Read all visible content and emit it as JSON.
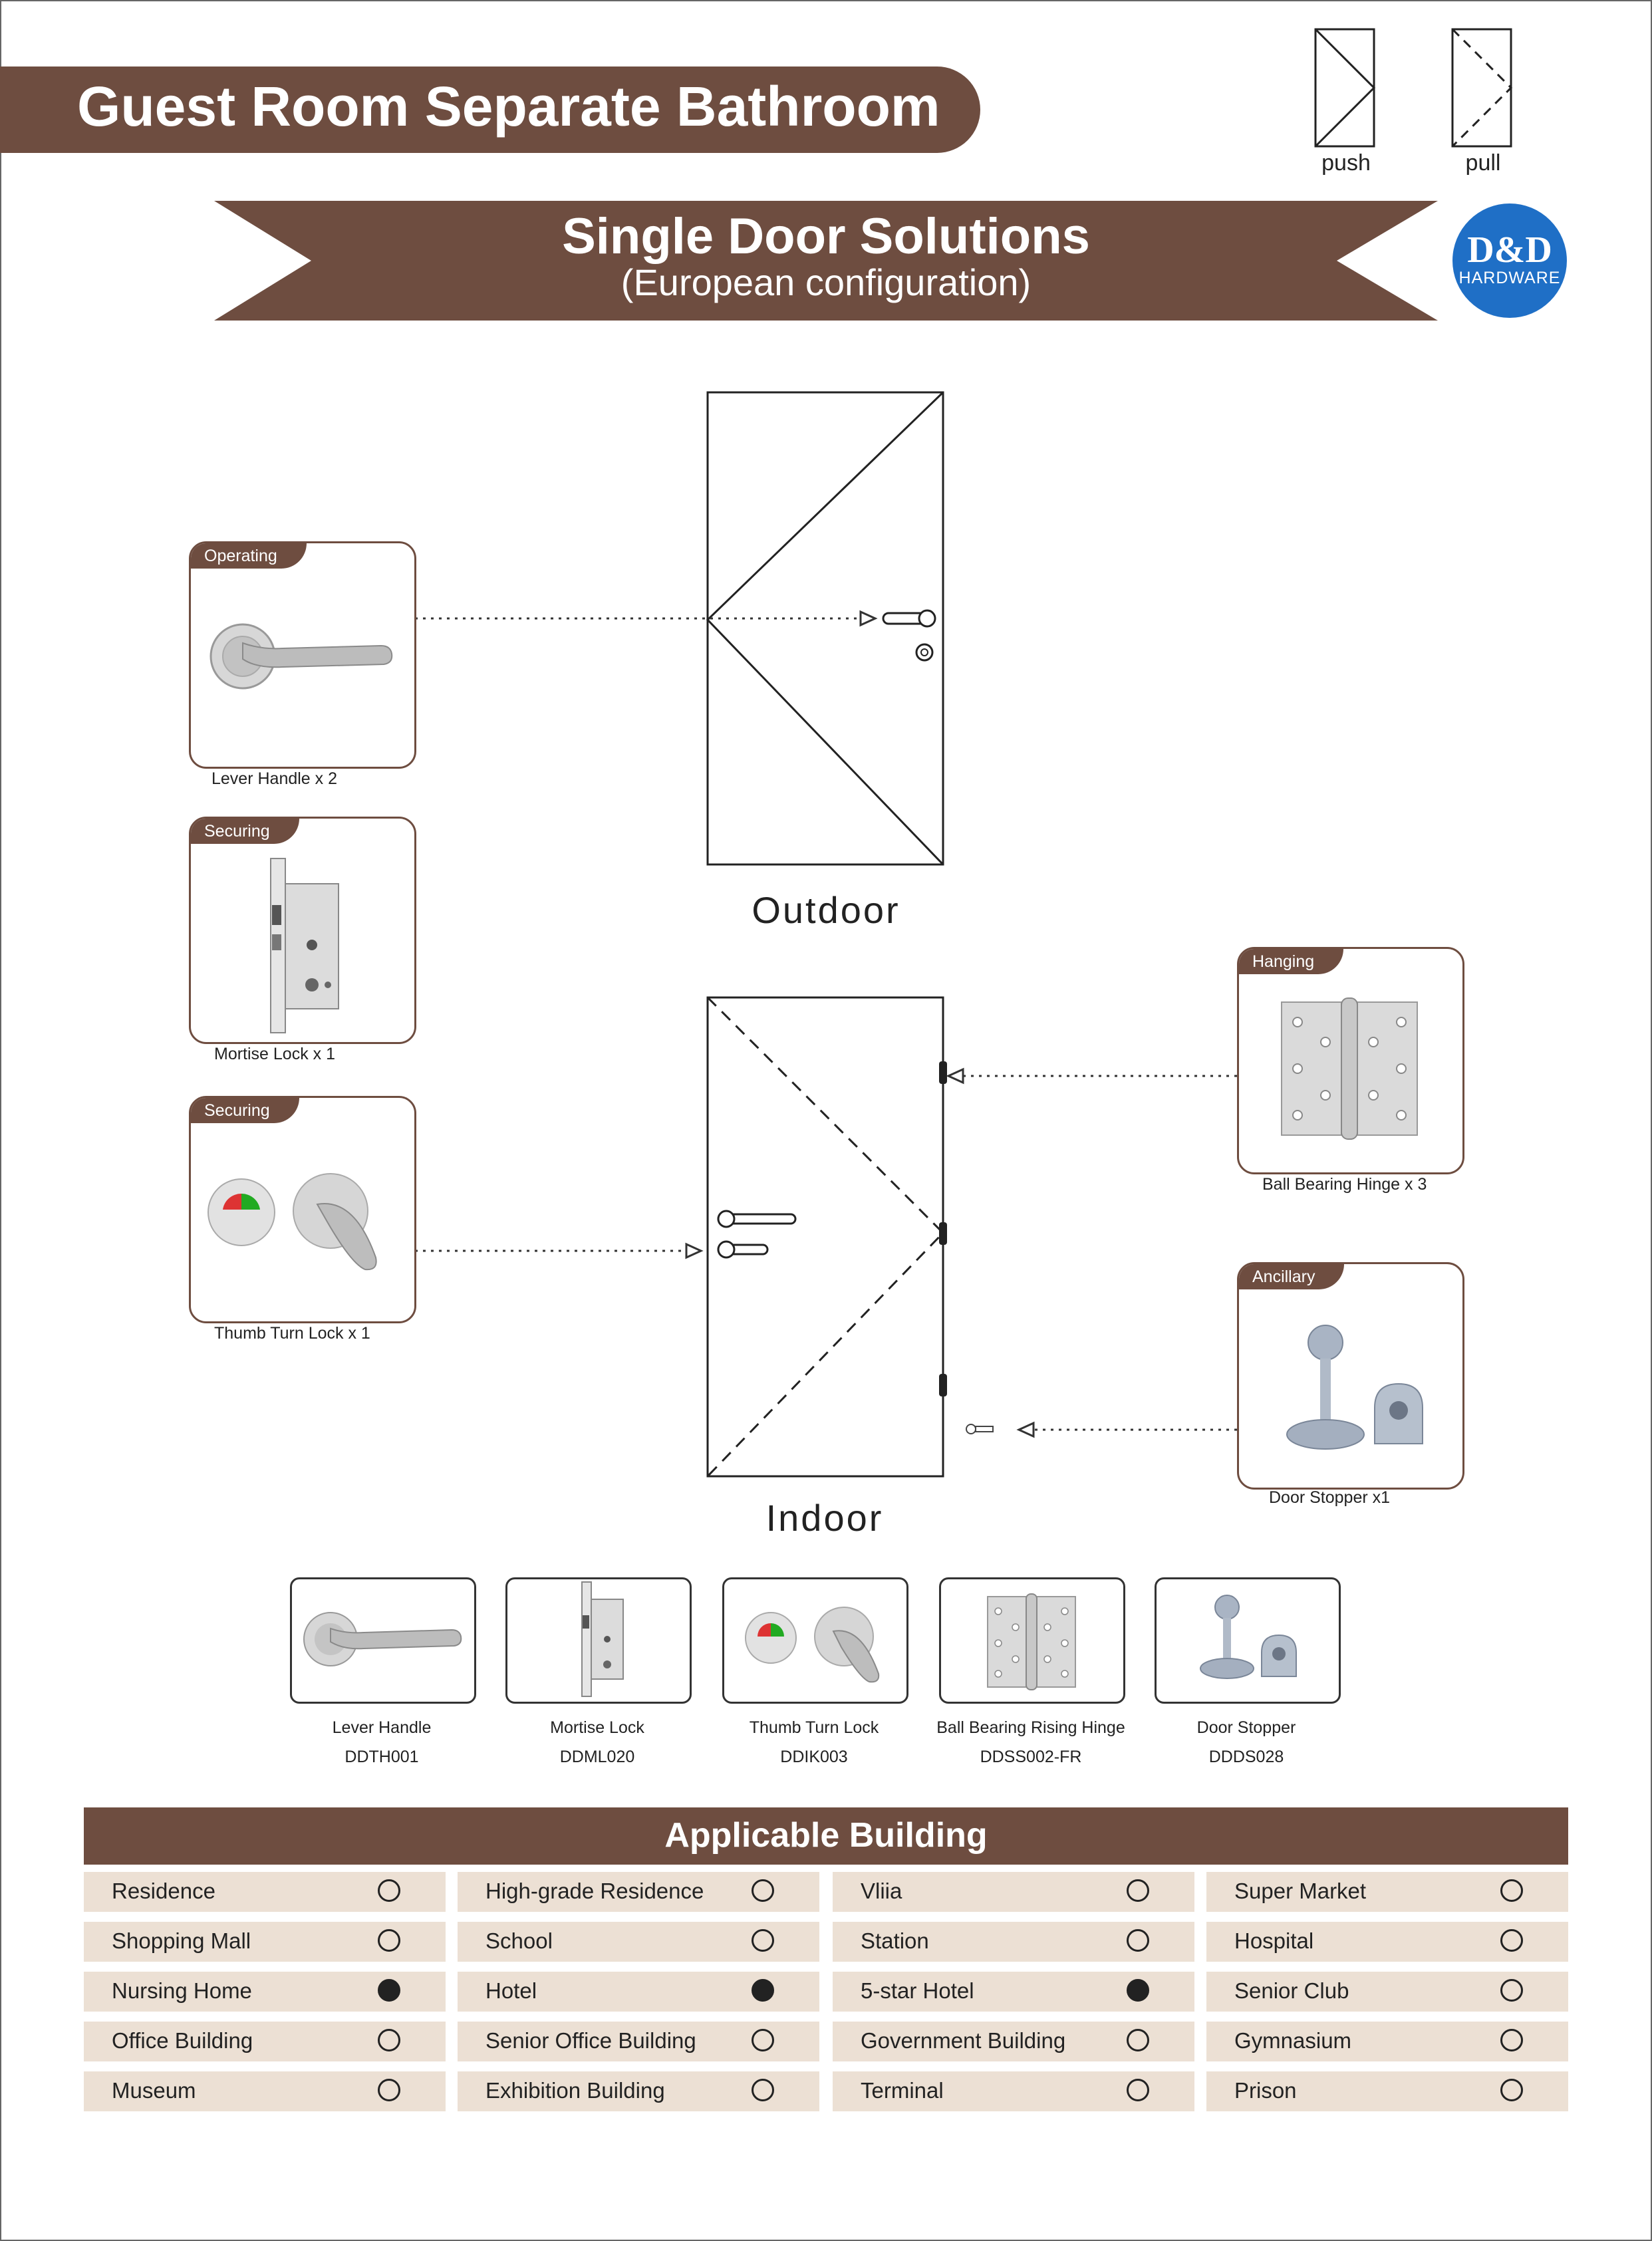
{
  "page": {
    "title": "Guest Room Separate Bathroom",
    "subtitle": "Single Door Solutions",
    "config_note": "(European configuration)"
  },
  "logo": {
    "main": "D&D",
    "sub": "HARDWARE",
    "color": "#1f6fc6"
  },
  "legend": {
    "push": "push",
    "pull": "pull"
  },
  "doors": {
    "outdoor": "Outdoor",
    "indoor": "Indoor"
  },
  "callouts": [
    {
      "tag": "Operating",
      "label": "Lever Handle x 2"
    },
    {
      "tag": "Securing",
      "label": "Mortise Lock x 1"
    },
    {
      "tag": "Securing",
      "label": "Thumb Turn Lock x 1"
    },
    {
      "tag": "Hanging",
      "label": "Ball Bearing Hinge x 3"
    },
    {
      "tag": "Ancillary",
      "label": "Door Stopper x1"
    }
  ],
  "products": [
    {
      "name": "Lever Handle",
      "code": "DDTH001"
    },
    {
      "name": "Mortise Lock",
      "code": "DDML020"
    },
    {
      "name": "Thumb Turn Lock",
      "code": "DDIK003"
    },
    {
      "name": "Ball Bearing Rising Hinge",
      "code": "DDSS002-FR"
    },
    {
      "name": "Door Stopper",
      "code": "DDDS028"
    }
  ],
  "applicable": {
    "title": "Applicable Building",
    "cells": [
      {
        "label": "Residence",
        "checked": false
      },
      {
        "label": "High-grade Residence",
        "checked": false
      },
      {
        "label": "Vliia",
        "checked": false
      },
      {
        "label": "Super Market",
        "checked": false
      },
      {
        "label": "Shopping Mall",
        "checked": false
      },
      {
        "label": "School",
        "checked": false
      },
      {
        "label": "Station",
        "checked": false
      },
      {
        "label": "Hospital",
        "checked": false
      },
      {
        "label": "Nursing Home",
        "checked": true
      },
      {
        "label": "Hotel",
        "checked": true
      },
      {
        "label": "5-star Hotel",
        "checked": true
      },
      {
        "label": "Senior Club",
        "checked": false
      },
      {
        "label": "Office Building",
        "checked": false
      },
      {
        "label": "Senior Office Building",
        "checked": false
      },
      {
        "label": "Government Building",
        "checked": false
      },
      {
        "label": "Gymnasium",
        "checked": false
      },
      {
        "label": "Museum",
        "checked": false
      },
      {
        "label": "Exhibition Building",
        "checked": false
      },
      {
        "label": "Terminal",
        "checked": false
      },
      {
        "label": "Prison",
        "checked": false
      }
    ]
  },
  "colors": {
    "brand_brown": "#6e4d40",
    "cell_beige": "#ece0d4"
  }
}
